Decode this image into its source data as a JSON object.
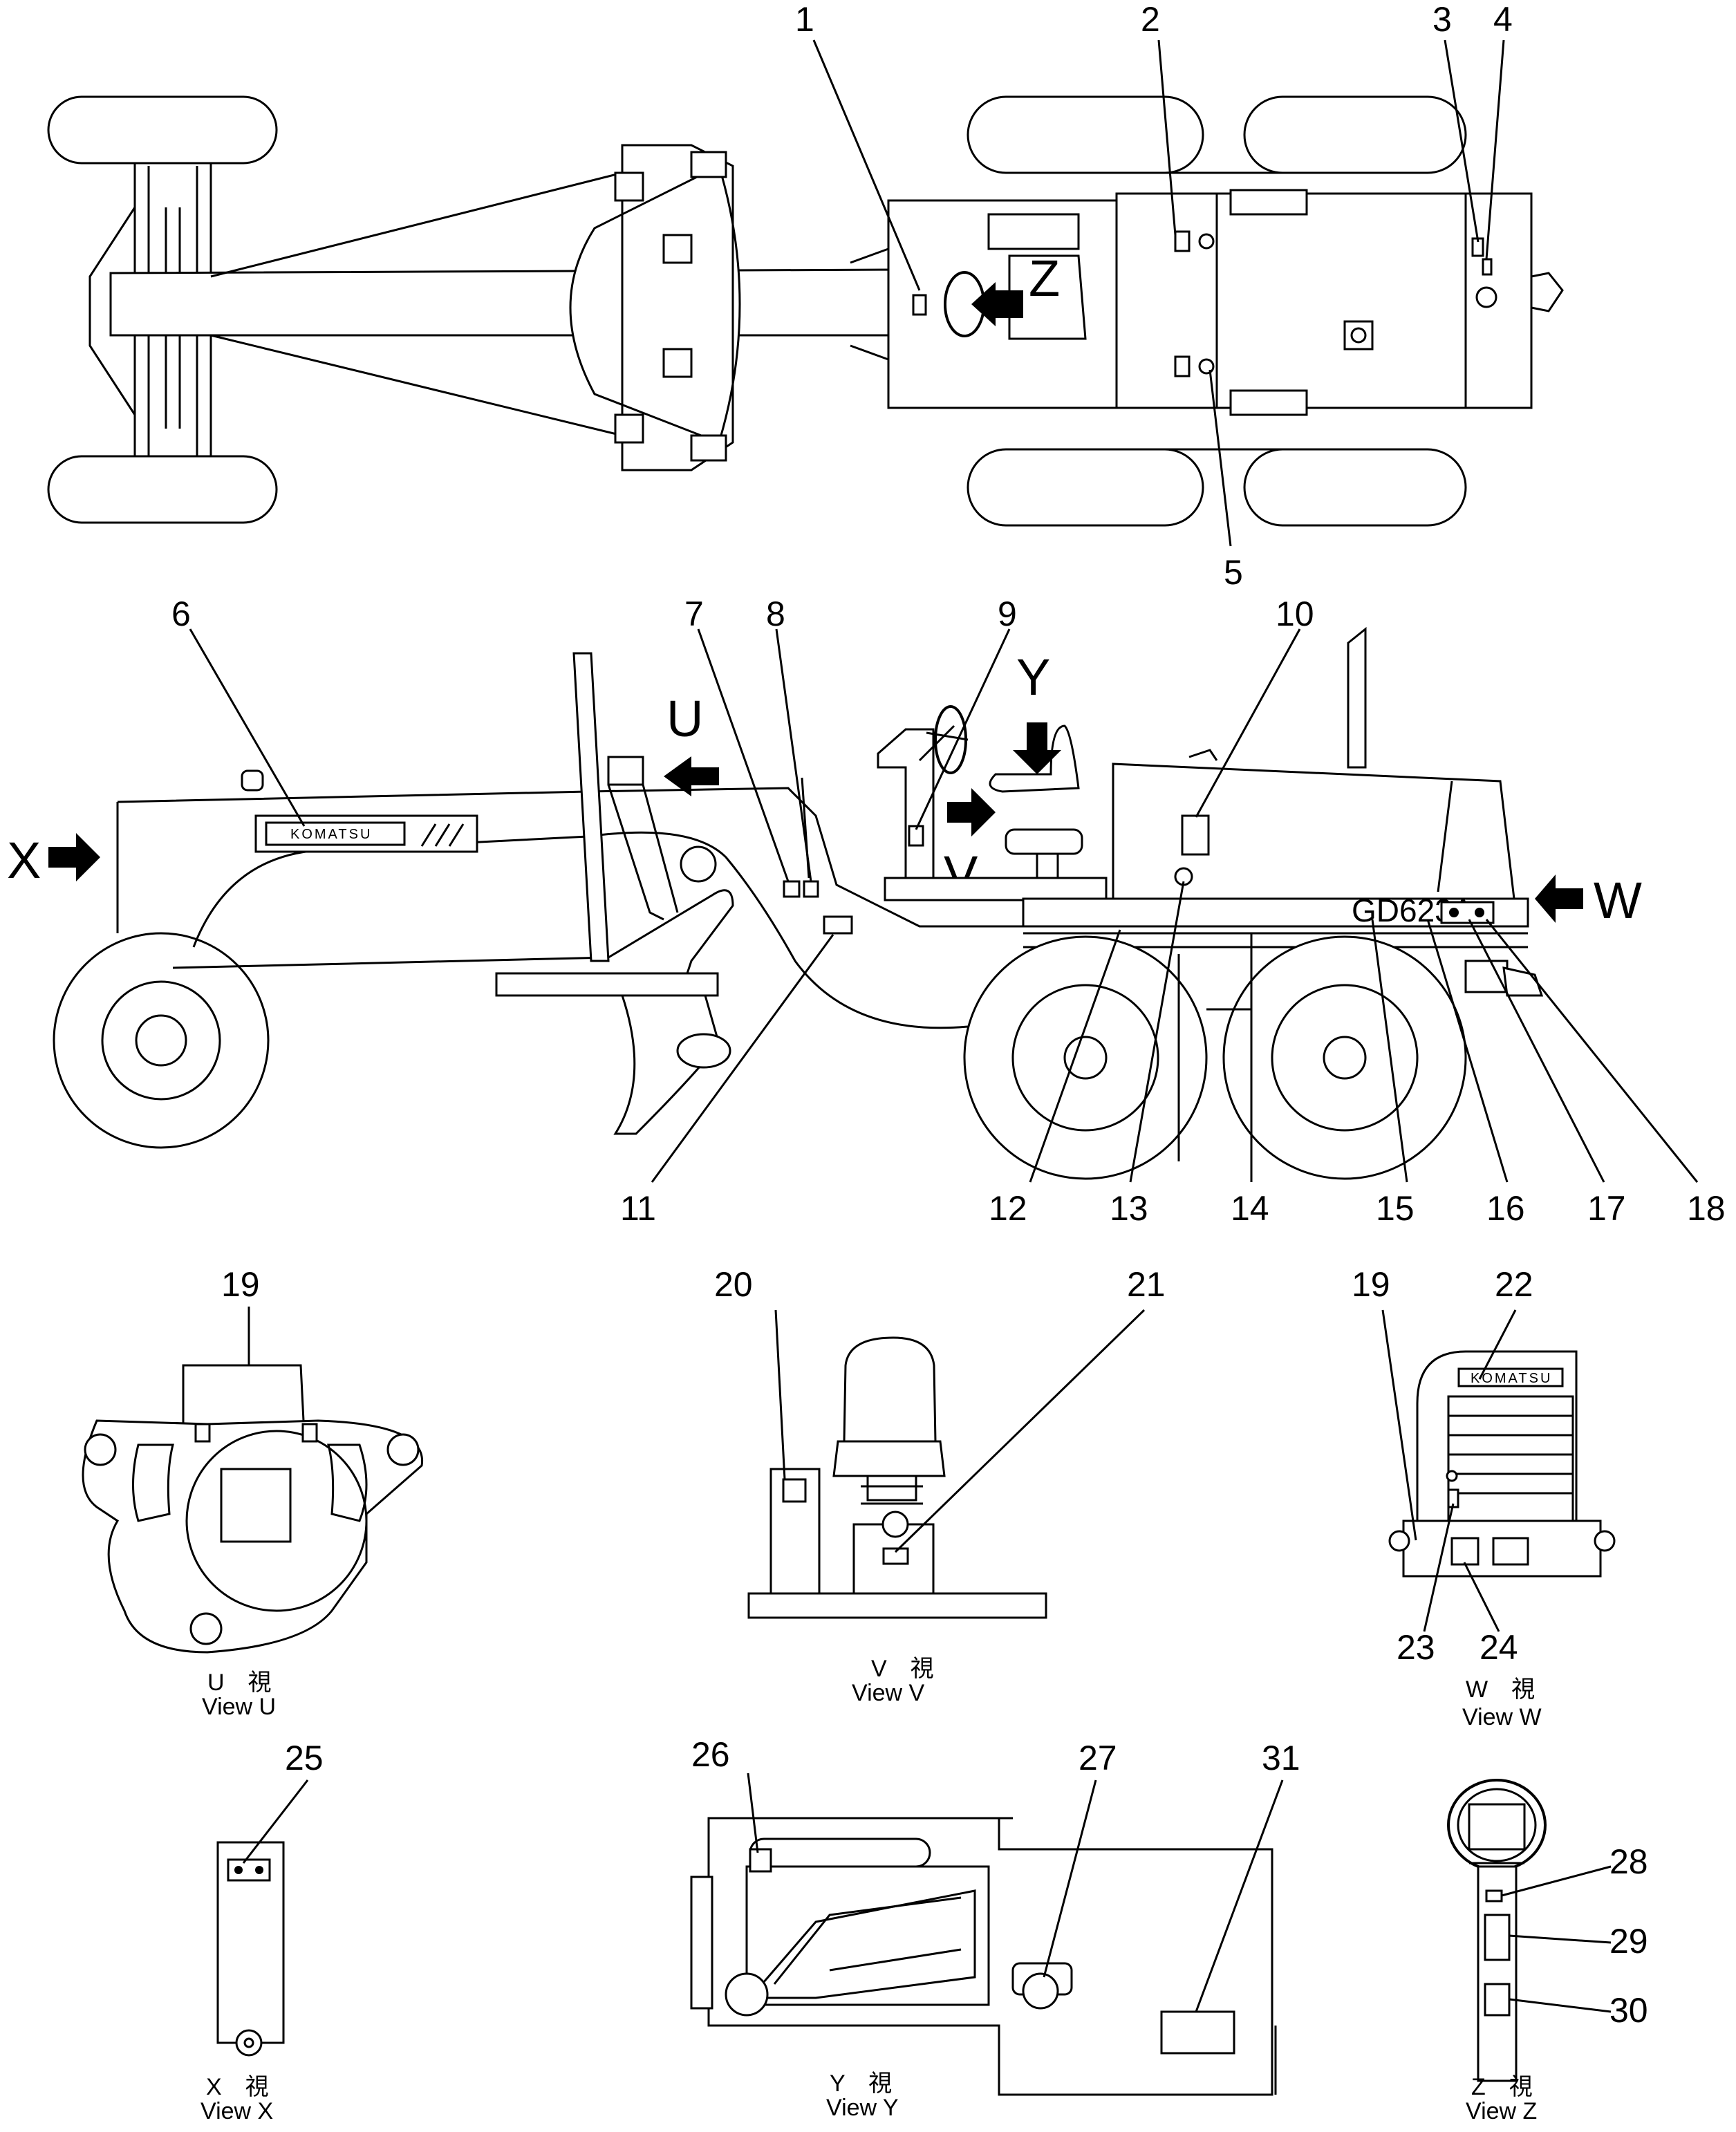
{
  "diagram": {
    "callouts": [
      "1",
      "2",
      "3",
      "4",
      "5",
      "6",
      "7",
      "8",
      "9",
      "10",
      "11",
      "12",
      "13",
      "14",
      "15",
      "16",
      "17",
      "18",
      "19",
      "20",
      "21",
      "22",
      "23",
      "24",
      "25",
      "26",
      "27",
      "28",
      "29",
      "30",
      "31"
    ],
    "callout_19_w": "19",
    "view_markers": {
      "x": "X",
      "u": "U",
      "y": "Y",
      "v": "V",
      "w": "W",
      "z": "Z"
    },
    "brand_text": "KOMATSU",
    "model_text": "GD623A",
    "views": [
      {
        "jp": "U　視",
        "en": "View  U"
      },
      {
        "jp": "V　視",
        "en": "View  V"
      },
      {
        "jp": "W　視",
        "en": "View  W"
      },
      {
        "jp": "X　視",
        "en": "View  X"
      },
      {
        "jp": "Y　視",
        "en": "View  Y"
      },
      {
        "jp": "Z　視",
        "en": "View  Z"
      }
    ]
  }
}
